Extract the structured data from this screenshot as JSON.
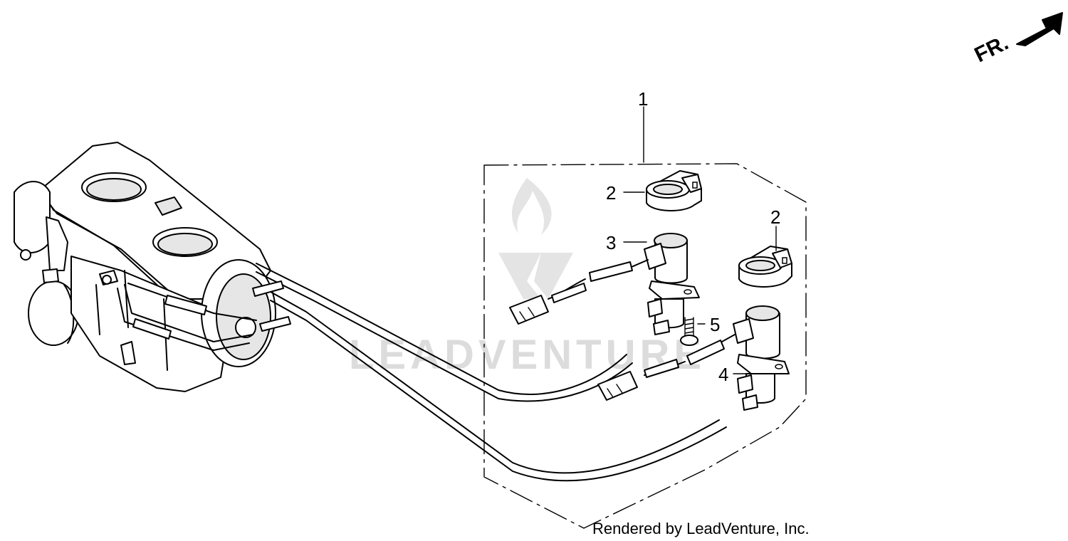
{
  "direction_indicator": {
    "label": "FR."
  },
  "callouts": [
    {
      "id": "1",
      "label": "1"
    },
    {
      "id": "2a",
      "label": "2"
    },
    {
      "id": "2b",
      "label": "2"
    },
    {
      "id": "3",
      "label": "3"
    },
    {
      "id": "4",
      "label": "4"
    },
    {
      "id": "5",
      "label": "5"
    }
  ],
  "watermark": {
    "text": "LEADVENTURE"
  },
  "credit": "Rendered by LeadVenture, Inc."
}
